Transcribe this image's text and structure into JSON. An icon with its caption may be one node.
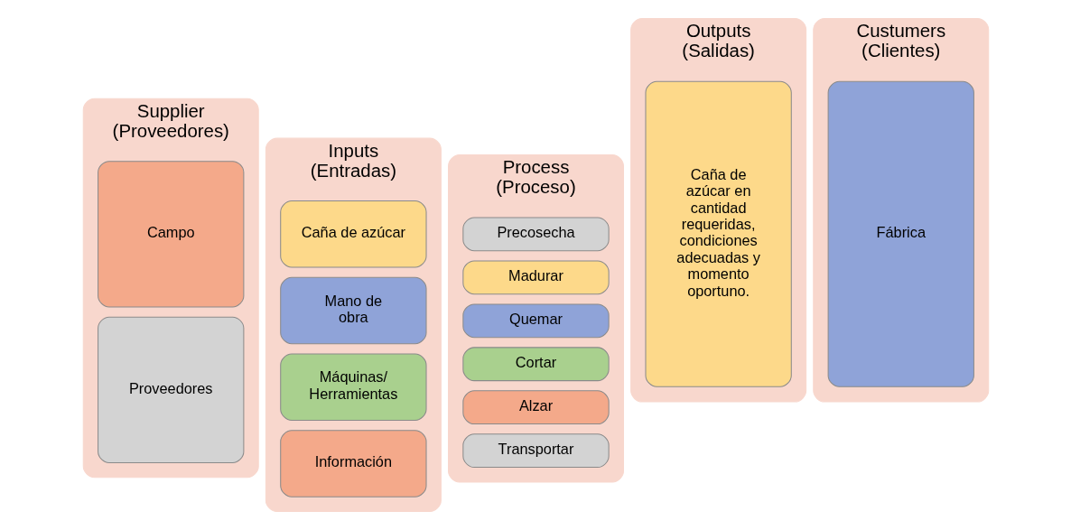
{
  "diagram": {
    "nodes": [
      {
        "text": [
          "Supplier (Proveedores)"
        ]
      },
      {
        "text": [
          "Campo"
        ],
        "in": 0
      },
      {
        "text": [
          "Proveedores"
        ],
        "in": 0
      },
      {
        "text": [
          "Inputs (Entradas)"
        ]
      },
      {
        "text": [
          "Caña de azúcar"
        ],
        "in": 3
      },
      {
        "text": [
          "Mano de obra"
        ],
        "in": 3
      },
      {
        "text": [
          "Máquinas/ Herramientas"
        ],
        "in": 3
      },
      {
        "text": [
          "Información"
        ],
        "in": 3
      },
      {
        "text": [
          "Process (Proceso)"
        ]
      },
      {
        "text": [
          "Precosecha"
        ],
        "in": 8
      },
      {
        "text": [
          "Madurar"
        ],
        "in": 8
      },
      {
        "text": [
          "Quemar"
        ],
        "in": 8
      },
      {
        "text": [
          "Cortar"
        ],
        "in": 8
      },
      {
        "text": [
          "Alzar"
        ],
        "in": 8
      },
      {
        "text": [
          "Transportar"
        ],
        "in": 8
      },
      {
        "text": [
          "Outputs (Salidas)"
        ]
      },
      {
        "text": [
          "Caña de azúcar en cantidad requeridas, condiciones adecuadas y momento oportuno."
        ],
        "in": 15
      },
      {
        "text": [
          "Custumers (Clientes)"
        ]
      },
      {
        "text": [
          "Fábrica"
        ],
        "in": 17
      }
    ]
  }
}
